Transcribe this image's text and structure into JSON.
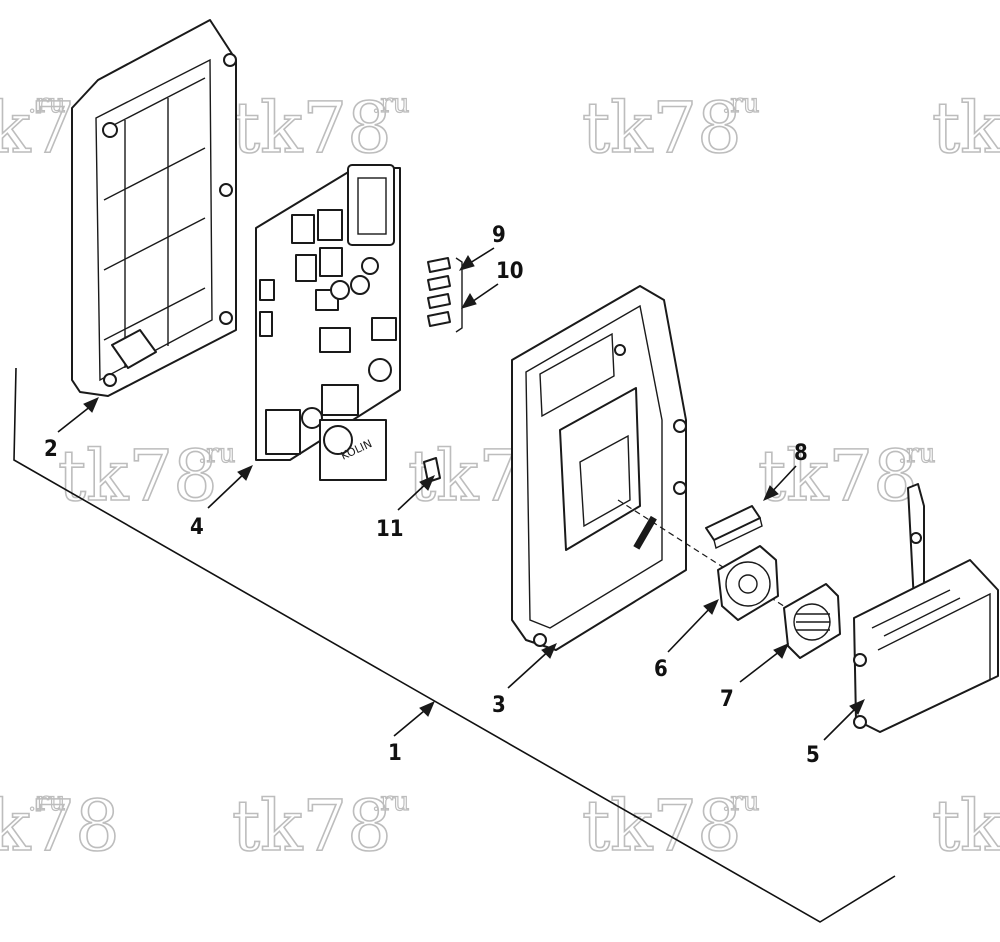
{
  "watermark": {
    "text": "tk78",
    "suffix": ".ru"
  },
  "callouts": {
    "c1": "1",
    "c2": "2",
    "c3": "3",
    "c4": "4",
    "c5": "5",
    "c6": "6",
    "c7": "7",
    "c8": "8",
    "c9": "9",
    "c10": "10",
    "c11": "11"
  },
  "board_marking": "KOLIN",
  "colors": {
    "line": "#1a1a1a",
    "watermark": "#bdbdbd",
    "background": "#ffffff"
  }
}
